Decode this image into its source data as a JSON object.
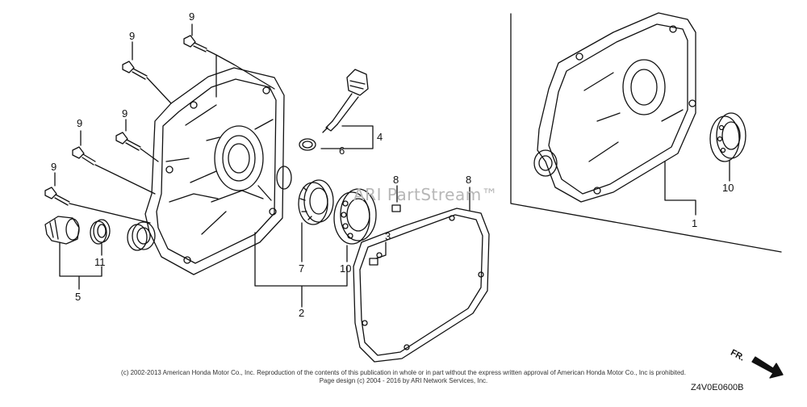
{
  "diagram": {
    "watermark": "ARI PartStream™",
    "copyright_line1": "(c) 2002-2013 American Honda Motor Co., Inc. Reproduction of the contents of this publication in whole or in part without the express written approval of American Honda Motor Co., Inc is prohibited.",
    "copyright_line2": "Page design (c) 2004 - 2016 by ARI Network Services, Inc.",
    "diagram_code": "Z4V0E0600B",
    "direction_label": "FR.",
    "callouts": [
      {
        "id": "c9a",
        "label": "9"
      },
      {
        "id": "c9b",
        "label": "9"
      },
      {
        "id": "c9c",
        "label": "9"
      },
      {
        "id": "c9d",
        "label": "9"
      },
      {
        "id": "c9e",
        "label": "9"
      },
      {
        "id": "c4",
        "label": "4"
      },
      {
        "id": "c6",
        "label": "6"
      },
      {
        "id": "c8a",
        "label": "8"
      },
      {
        "id": "c8b",
        "label": "8"
      },
      {
        "id": "c3",
        "label": "3"
      },
      {
        "id": "c11",
        "label": "11"
      },
      {
        "id": "c5",
        "label": "5"
      },
      {
        "id": "c7",
        "label": "7"
      },
      {
        "id": "c10a",
        "label": "10"
      },
      {
        "id": "c2",
        "label": "2"
      },
      {
        "id": "c10b",
        "label": "10"
      },
      {
        "id": "c1",
        "label": "1"
      }
    ]
  }
}
